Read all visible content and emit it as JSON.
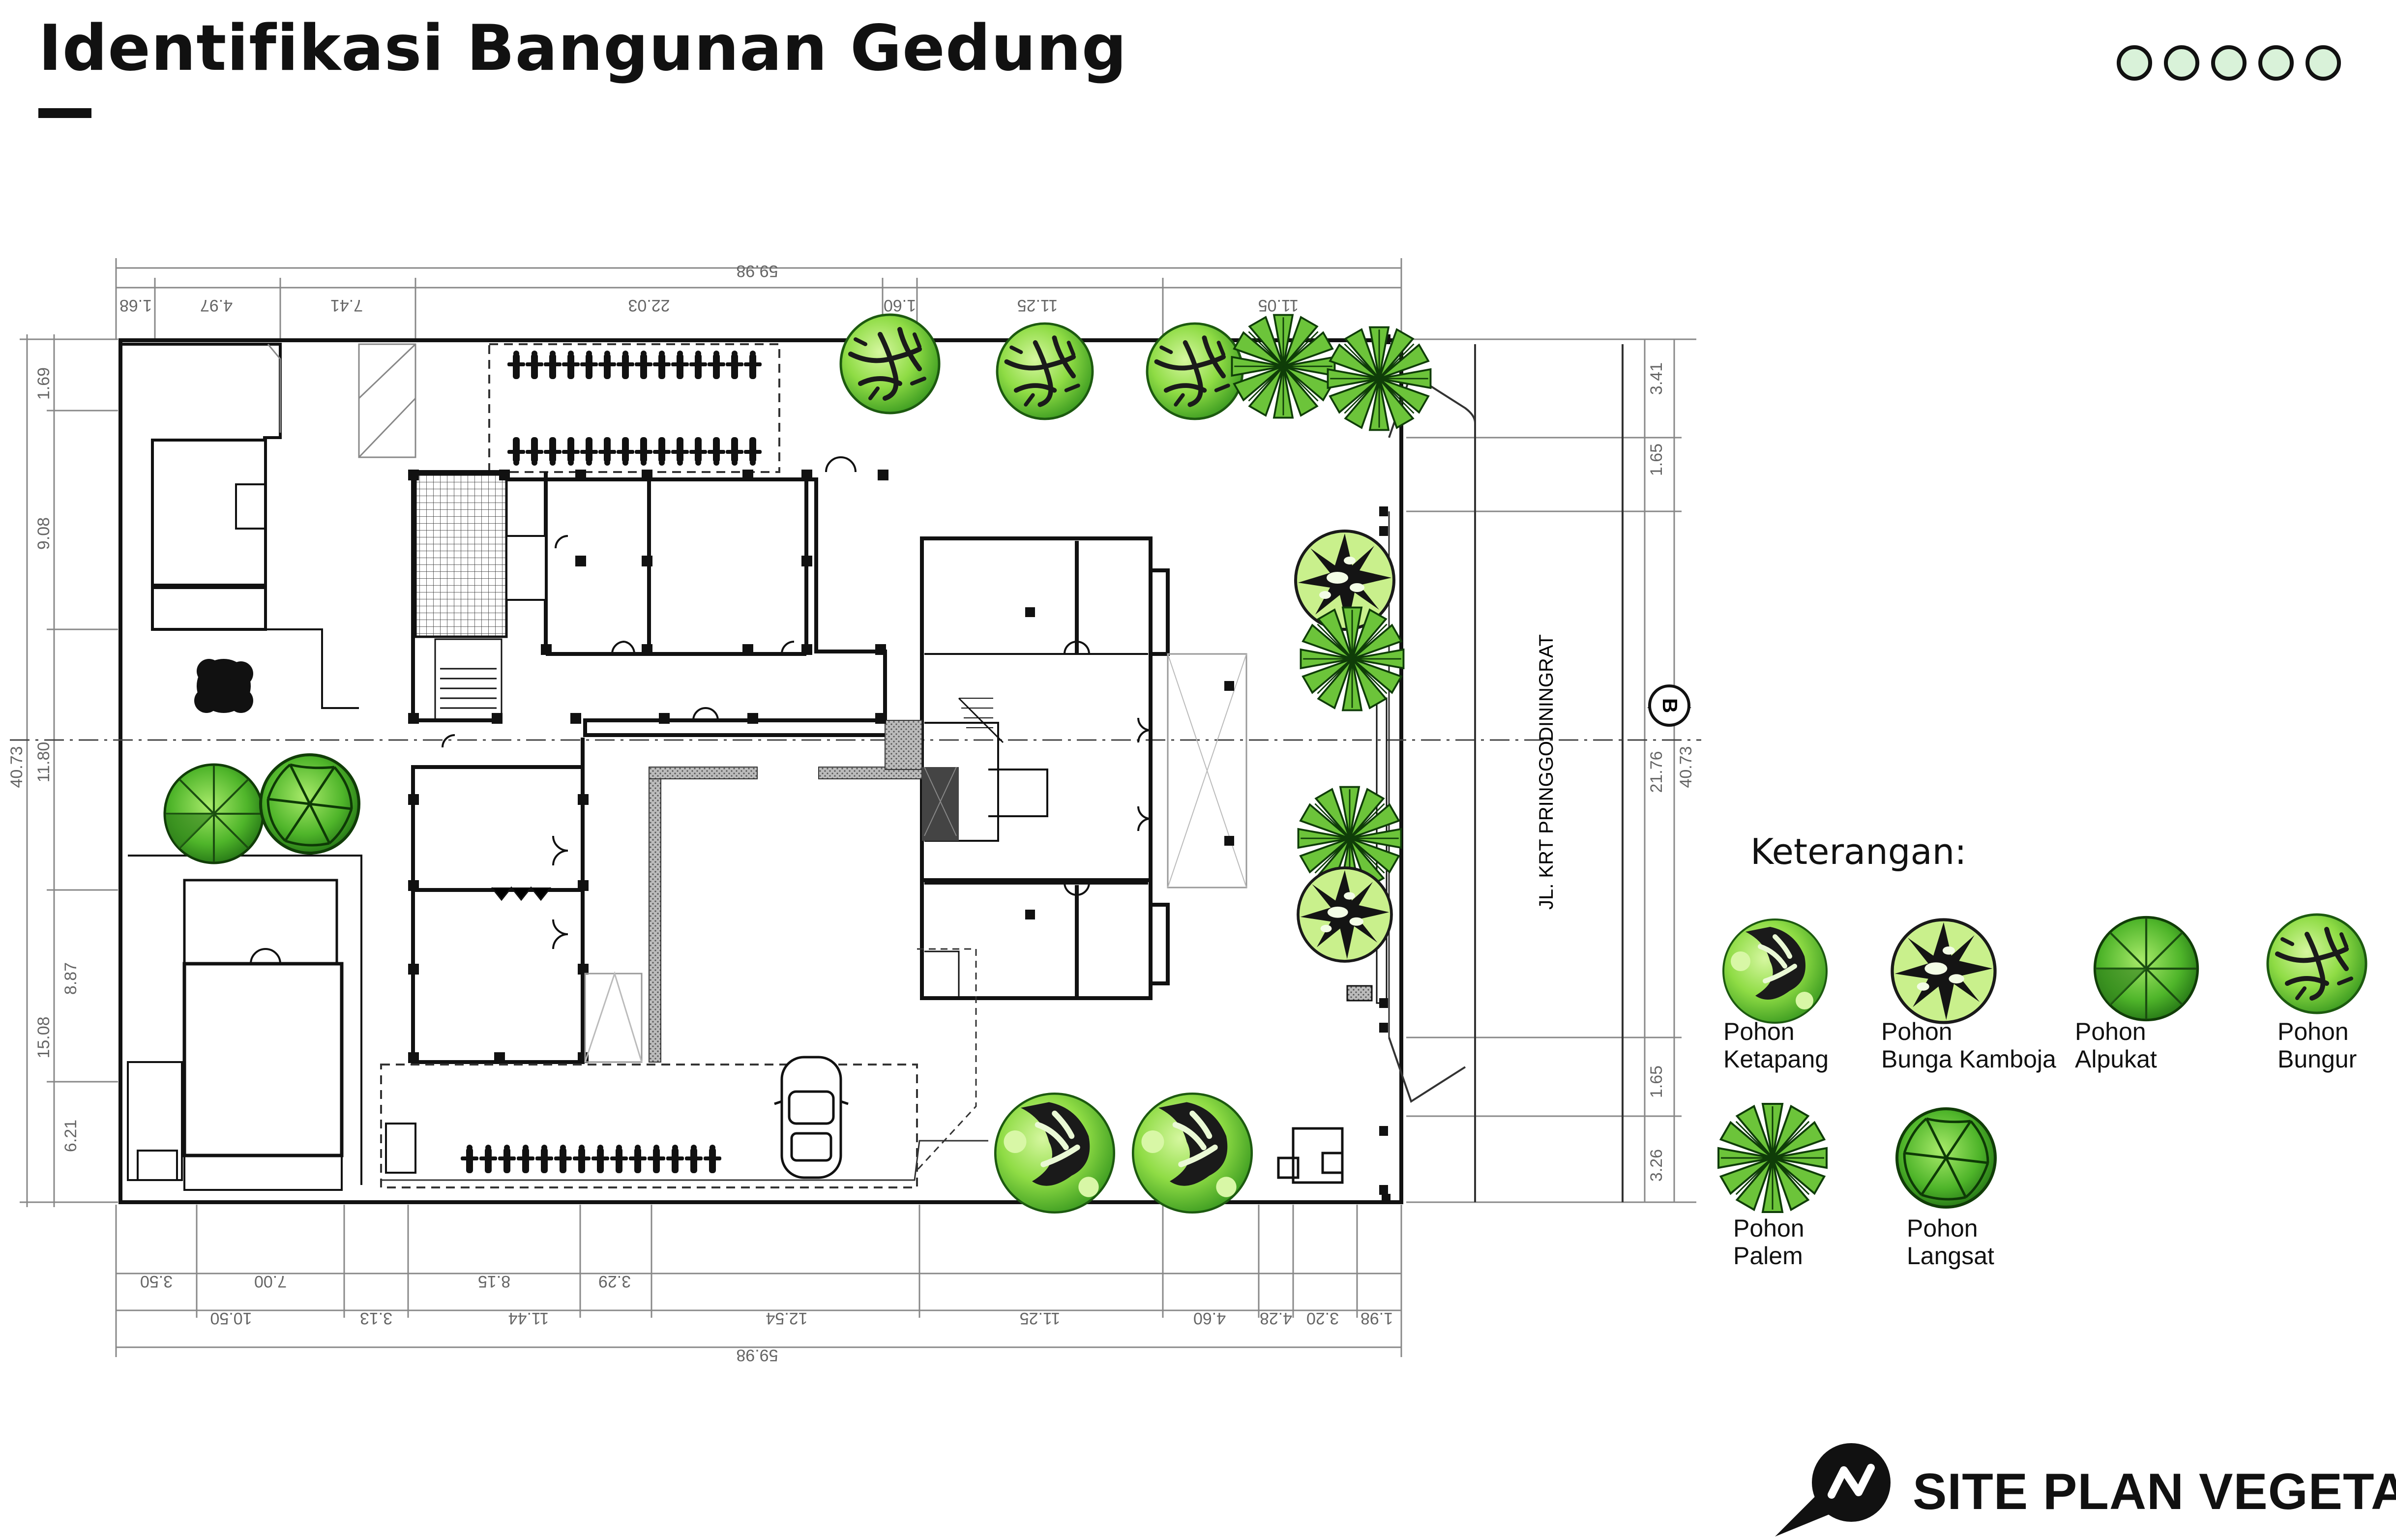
{
  "header": {
    "title": "Identifikasi Bangunan Gedung",
    "nav_dot_count": 5,
    "nav_dot_fill": "#d9f2d9"
  },
  "plan": {
    "street_label": "JL. KRT PRINGGODININGRAT",
    "section_marker": "B",
    "dimensions": {
      "top_total": "59.98",
      "top_segments": [
        "1.68",
        "4.97",
        "7.41",
        "22.03",
        "1.60",
        "11.25",
        "11.05"
      ],
      "bottom_row1": [
        "3.50",
        "7.00",
        "8.15",
        "3.29"
      ],
      "bottom_row2": [
        "10.50",
        "3.13",
        "11.44",
        "12.54",
        "11.25",
        "4.60",
        "4.28",
        "3.20",
        "1.98"
      ],
      "bottom_total": "59.98",
      "left_outer": "40.73",
      "left_segments_a": [
        "1.69",
        "9.08",
        "11.80",
        "8.87",
        "6.21"
      ],
      "left_segments_b": [
        "15.08"
      ],
      "right_segments": [
        "3.41",
        "1.65",
        "21.76",
        "1.65",
        "3.26"
      ],
      "right_outer": "40.73"
    }
  },
  "legend": {
    "title": "Keterangan:",
    "items": [
      {
        "label1": "Pohon",
        "label2": "Ketapang",
        "icon": "ketapang-tree-icon"
      },
      {
        "label1": "Pohon",
        "label2": "Bunga Kamboja",
        "icon": "kamboja-tree-icon"
      },
      {
        "label1": "Pohon",
        "label2": "Alpukat",
        "icon": "alpukat-tree-icon"
      },
      {
        "label1": "Pohon",
        "label2": "Bungur",
        "icon": "bungur-tree-icon"
      },
      {
        "label1": "Pohon",
        "label2": "Palem",
        "icon": "palm-tree-icon"
      },
      {
        "label1": "Pohon",
        "label2": "Langsat",
        "icon": "langsat-tree-icon"
      }
    ]
  },
  "footer": {
    "title": "SITE PLAN VEGETASI",
    "icon": "north-arrow-icon"
  },
  "colors": {
    "tree_light": "#9be34a",
    "tree_mid": "#62c030",
    "tree_dark": "#2e8a1a",
    "line": "#111111",
    "dim_line": "#777777"
  }
}
